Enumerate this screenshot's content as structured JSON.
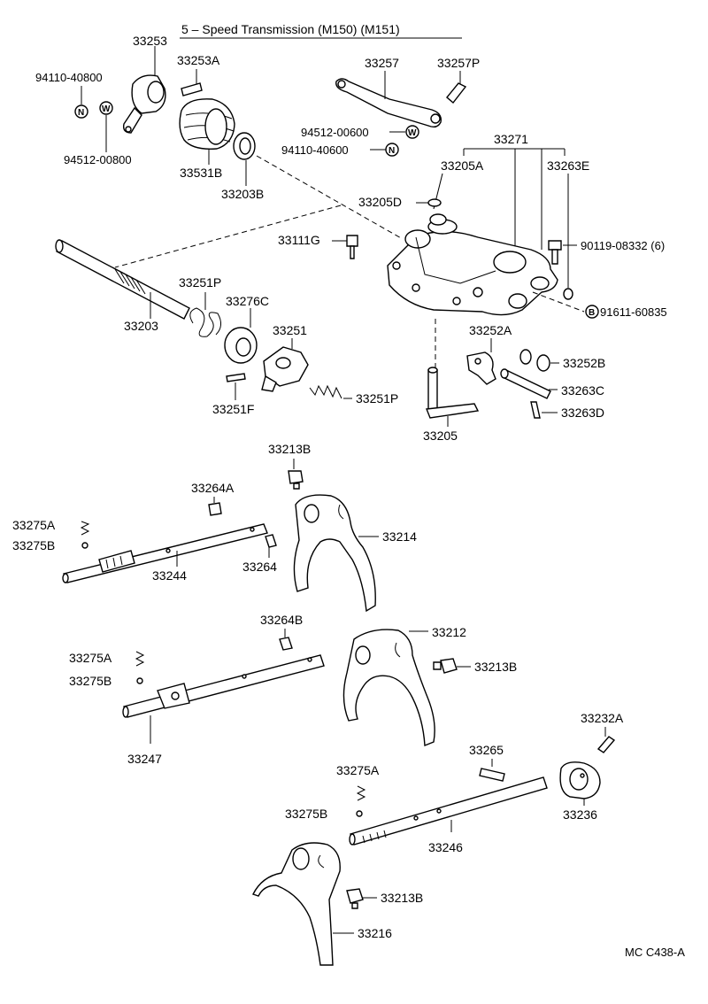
{
  "title": "5 – Speed Transmission (M150) (M151)",
  "diagram_code": "MC C438-A",
  "callouts": {
    "w": "W",
    "n": "N",
    "b": "B"
  },
  "parts": {
    "p33253": "33253",
    "p33253A": "33253A",
    "p94110_40800": "94110-40800",
    "p94512_00800": "94512-00800",
    "p33531B": "33531B",
    "p33203B": "33203B",
    "p33257": "33257",
    "p33257P": "33257P",
    "p94512_00600": "94512-00600",
    "p94110_40600": "94110-40600",
    "p33271": "33271",
    "p33205A": "33205A",
    "p33263E": "33263E",
    "p33205D": "33205D",
    "p33111G": "33111G",
    "p90119_08332": "90119-08332 (6)",
    "p91611_60835": "91611-60835",
    "p33203": "33203",
    "p33251P_top": "33251P",
    "p33276C": "33276C",
    "p33251": "33251",
    "p33251F": "33251F",
    "p33251P_bottom": "33251P",
    "p33252A": "33252A",
    "p33252B": "33252B",
    "p33263C": "33263C",
    "p33263D": "33263D",
    "p33205": "33205",
    "p33213B_top": "33213B",
    "p33264A": "33264A",
    "p33275A_1": "33275A",
    "p33275B_1": "33275B",
    "p33214": "33214",
    "p33244": "33244",
    "p33264": "33264",
    "p33264B": "33264B",
    "p33212": "33212",
    "p33275A_2": "33275A",
    "p33275B_2": "33275B",
    "p33213B_mid": "33213B",
    "p33247": "33247",
    "p33232A": "33232A",
    "p33265": "33265",
    "p33275A_3": "33275A",
    "p33236": "33236",
    "p33275B_3": "33275B",
    "p33246": "33246",
    "p33213B_bottom": "33213B",
    "p33216": "33216"
  }
}
